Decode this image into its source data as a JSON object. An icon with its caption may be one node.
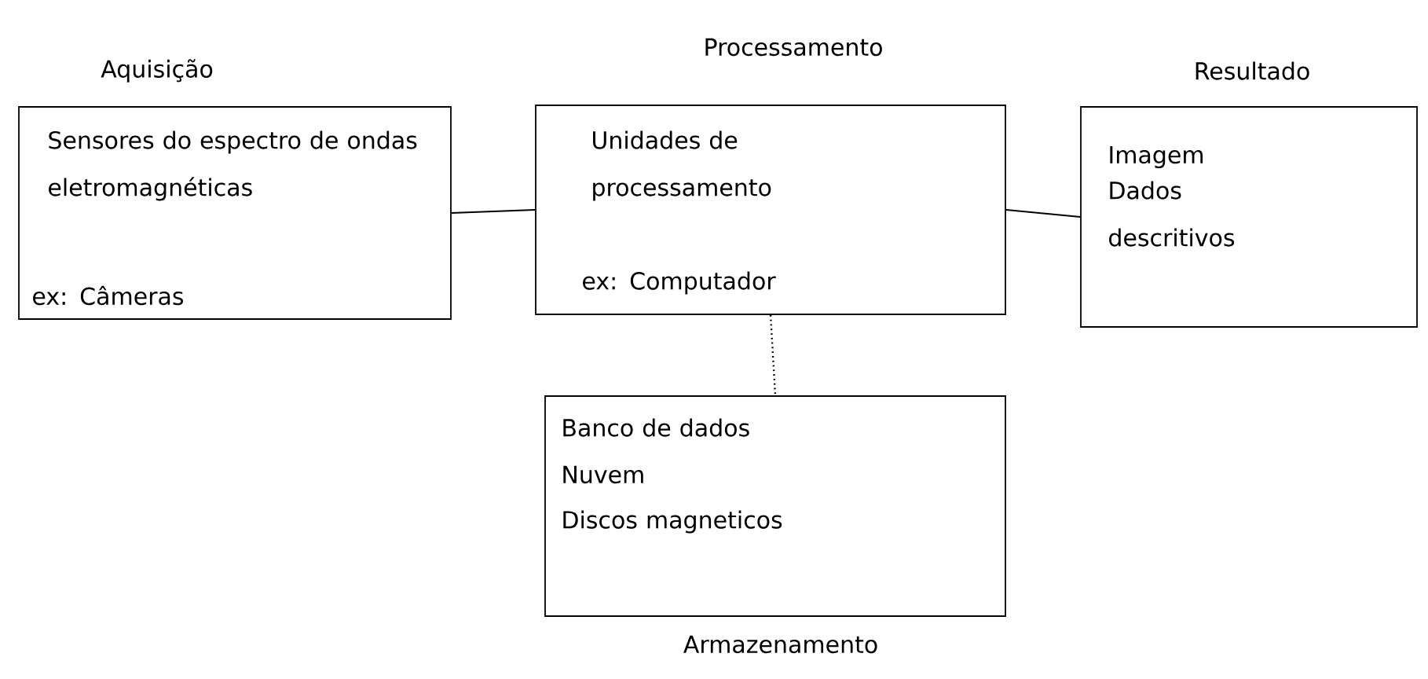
{
  "diagram": {
    "nodes": [
      {
        "text": [
          "Aquisição",
          "Sensores do espectro de ondas eletromagnéticas",
          "ex: Câmeras"
        ]
      },
      {
        "text": [
          "Processamento",
          "Unidades de processamento",
          "ex: Computador"
        ]
      },
      {
        "text": [
          "Resultado",
          "Imagem",
          "Dados descritivos"
        ]
      },
      {
        "text": [
          "Armazenamento",
          "Banco de dados",
          "Nuvem",
          "Discos magneticos"
        ]
      }
    ],
    "edges": [
      {
        "from": 0,
        "to": 1,
        "arrow": "none"
      },
      {
        "from": 1,
        "to": 2,
        "arrow": "none"
      },
      {
        "from": 1,
        "to": 3,
        "arrow": "none",
        "style": "dashed"
      }
    ]
  }
}
